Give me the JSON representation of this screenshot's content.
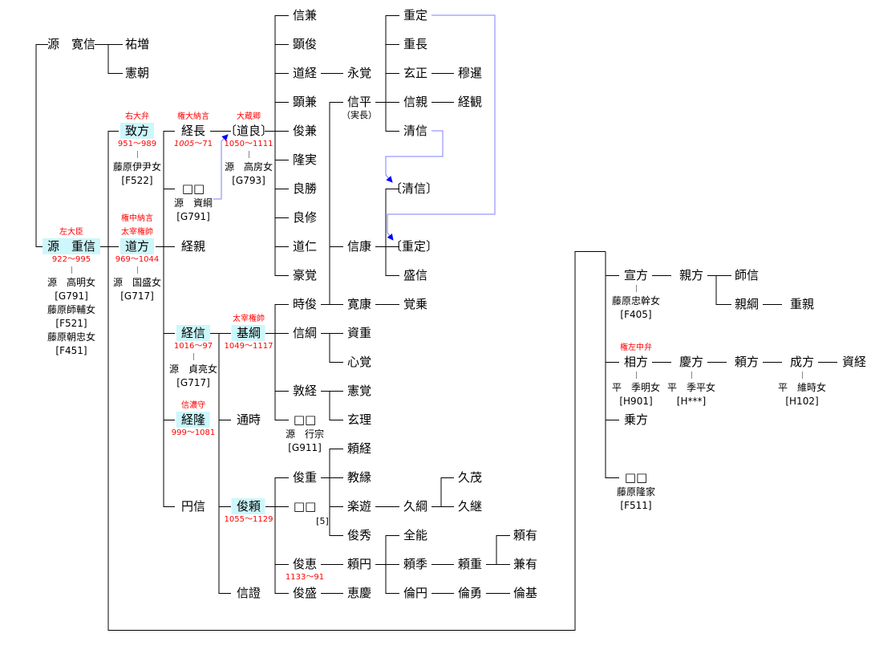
{
  "people": {
    "hironobu": {
      "name": "源　寛信"
    },
    "yuzo": {
      "name": "祐増"
    },
    "kencho": {
      "name": "憲朝"
    },
    "shigenobu": {
      "name": "源　重信",
      "titles": [
        "左大臣"
      ],
      "years": "922〜995",
      "spouses": [
        {
          "name": "源　高明女",
          "code": "[G791]"
        },
        {
          "name": "藤原師輔女",
          "code": "[F521]"
        },
        {
          "name": "藤原朝忠女",
          "code": "[F451]"
        }
      ]
    },
    "munekata": {
      "name": "致方",
      "titles": [
        "右大弁"
      ],
      "years": "951〜989",
      "spouses": [
        {
          "name": "藤原伊尹女",
          "code": "[F522]"
        }
      ]
    },
    "michikata": {
      "name": "道方",
      "titles": [
        "権中納言",
        "太宰権帥"
      ],
      "years": "969〜1044",
      "spouses": [
        {
          "name": "源　国盛女",
          "code": "[G717]"
        }
      ]
    },
    "tsunenaga": {
      "name": "経長",
      "titles": [
        "権大納言"
      ],
      "years_italic": "1005",
      "years": "〜71"
    },
    "unknown_a": {
      "name": "□□",
      "spouses": [
        {
          "name": "源　資綱",
          "code": "[G791]"
        }
      ]
    },
    "tsunechika": {
      "name": "経親"
    },
    "tsunenobu": {
      "name": "経信",
      "years": "1016〜97",
      "spouses": [
        {
          "name": "源　貞亮女",
          "code": "[G717]"
        }
      ]
    },
    "tsunetaka": {
      "name": "経隆",
      "titles": [
        "信濃守"
      ],
      "years": "999〜1081"
    },
    "enshin": {
      "name": "円信"
    },
    "michiyoshi": {
      "name": "〔道良〕",
      "titles": [
        "大蔵卿"
      ],
      "years": "1050〜1111",
      "spouses": [
        {
          "name": "源　高房女",
          "code": "[G793]"
        }
      ]
    },
    "motosuna": {
      "name": "基綱",
      "titles": [
        "太宰権帥"
      ],
      "years": "1049〜1117"
    },
    "michitoki": {
      "name": "通時"
    },
    "toshiyori": {
      "name": "俊頼",
      "years": "1055〜1129"
    },
    "shinsho": {
      "name": "信證"
    },
    "nobukane": {
      "name": "信兼"
    },
    "akitoshi": {
      "name": "顕俊"
    },
    "michitsune": {
      "name": "道経"
    },
    "akikane": {
      "name": "顕兼"
    },
    "toshikane": {
      "name": "俊兼"
    },
    "takazane": {
      "name": "隆実"
    },
    "ryosho": {
      "name": "良勝"
    },
    "ryoshu": {
      "name": "良修"
    },
    "dojin": {
      "name": "道仁"
    },
    "gokaku": {
      "name": "豪覚"
    },
    "tokitoshi": {
      "name": "時俊"
    },
    "nobutsuna": {
      "name": "信綱"
    },
    "atsutsune": {
      "name": "敦経"
    },
    "unknown_b": {
      "name": "□□",
      "spouses": [
        {
          "name": "源　行宗",
          "code": "[G911]"
        }
      ]
    },
    "toshishige": {
      "name": "俊重"
    },
    "unknown_c": {
      "name": "□□",
      "note": "[5]"
    },
    "shune": {
      "name": "俊恵",
      "years": "1133〜91"
    },
    "toshimori": {
      "name": "俊盛"
    },
    "eikaku": {
      "name": "永覚"
    },
    "nobuhira": {
      "name": "信平",
      "note": "（実長）"
    },
    "nobuyasu": {
      "name": "信康"
    },
    "hiroyasu": {
      "name": "寛康"
    },
    "sukeshige": {
      "name": "資重"
    },
    "shinkaku": {
      "name": "心覚"
    },
    "kenkaku": {
      "name": "憲覚"
    },
    "genri": {
      "name": "玄理"
    },
    "yoritsune": {
      "name": "頼経"
    },
    "kyoen": {
      "name": "教縁"
    },
    "rakuyu": {
      "name": "楽遊"
    },
    "shunshu": {
      "name": "俊秀"
    },
    "raien": {
      "name": "頼円"
    },
    "ekei": {
      "name": "恵慶"
    },
    "shigesada": {
      "name": "重定"
    },
    "shigenaga": {
      "name": "重長"
    },
    "gensho": {
      "name": "玄正"
    },
    "nobuchika": {
      "name": "信親"
    },
    "kiyonobu": {
      "name": "清信"
    },
    "kiyonobu_ref": {
      "name": "〔清信〕"
    },
    "shigesada_ref": {
      "name": "〔重定〕"
    },
    "morinobu": {
      "name": "盛信"
    },
    "kakujo": {
      "name": "覚乗"
    },
    "hisatsuna": {
      "name": "久綱"
    },
    "zenno": {
      "name": "全能"
    },
    "yorisue": {
      "name": "頼季"
    },
    "rinen": {
      "name": "倫円"
    },
    "bokusen": {
      "name": "穆暹"
    },
    "keikan": {
      "name": "経観"
    },
    "hisashige": {
      "name": "久茂"
    },
    "hisatsugu": {
      "name": "久継"
    },
    "yorishige": {
      "name": "頼重"
    },
    "rinyu": {
      "name": "倫勇"
    },
    "yoriari": {
      "name": "頼有"
    },
    "kaneari": {
      "name": "兼有"
    },
    "rinki": {
      "name": "倫基"
    },
    "nobukata": {
      "name": "宣方",
      "spouses": [
        {
          "name": "藤原忠幹女",
          "code": "[F405]"
        }
      ]
    },
    "chikakata": {
      "name": "親方"
    },
    "moronobu": {
      "name": "師信"
    },
    "chikatsuna": {
      "name": "親綱"
    },
    "shigechika": {
      "name": "重親"
    },
    "sukekata": {
      "name": "相方",
      "titles": [
        "権左中弁"
      ],
      "spouses": [
        {
          "name": "平　季明女",
          "code": "[H901]"
        }
      ]
    },
    "yoshikata": {
      "name": "慶方",
      "spouses": [
        {
          "name": "平　季平女",
          "code": "[H***]"
        }
      ]
    },
    "yorikata": {
      "name": "頼方"
    },
    "narikata": {
      "name": "成方",
      "spouses": [
        {
          "name": "平　維時女",
          "code": "[H102]"
        }
      ]
    },
    "suketsune": {
      "name": "資経"
    },
    "norikata": {
      "name": "乗方"
    },
    "unknown_d": {
      "name": "□□",
      "spouses": [
        {
          "name": "藤原隆家",
          "code": "[F511]"
        }
      ]
    }
  },
  "colors": {
    "title": "#ff0000",
    "years": "#ff0000",
    "highlight": "#ccf7fb",
    "cross_link": "#7f7fff",
    "arrow": "#0000ff"
  }
}
